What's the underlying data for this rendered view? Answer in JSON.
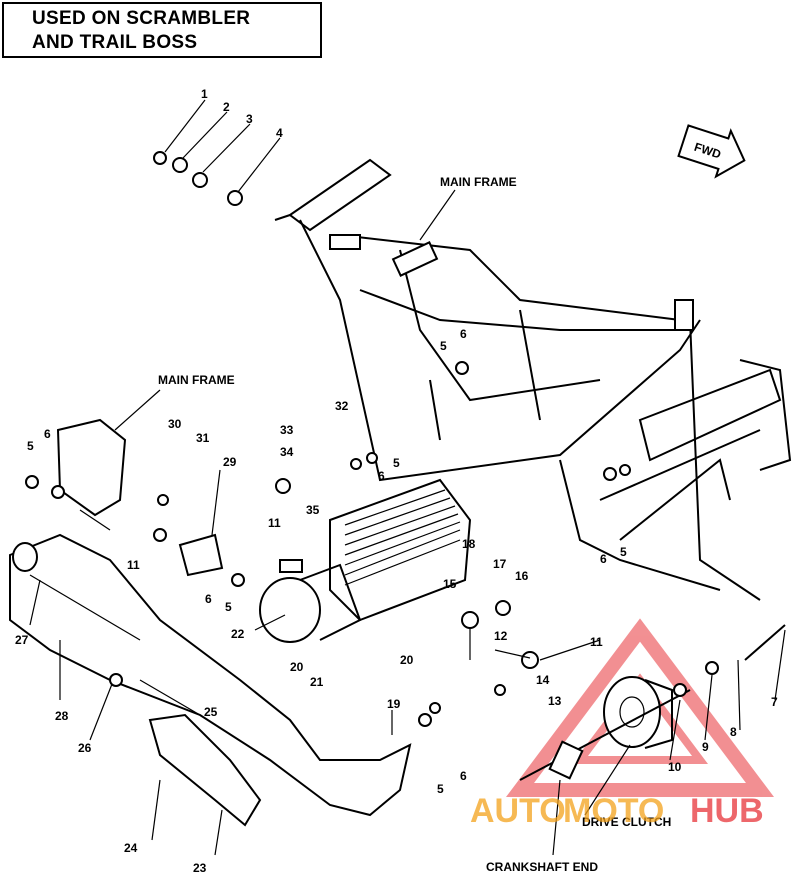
{
  "header": {
    "line1": "USED ON SCRAMBLER",
    "line2": "AND TRAIL BOSS"
  },
  "direction_badge": "FWD",
  "labels": {
    "main_frame_top": "MAIN FRAME",
    "main_frame_left": "MAIN FRAME",
    "drive_clutch": "DRIVE CLUTCH",
    "crankshaft_end": "CRANKSHAFT END"
  },
  "watermark": {
    "part1": "AUTO",
    "part2": "MOTO",
    "part3": "HUB",
    "color_orange": "#f4a21c",
    "color_red": "#e8353a"
  },
  "callouts": [
    "1",
    "2",
    "3",
    "4",
    "5",
    "6",
    "5",
    "6",
    "33",
    "32",
    "34",
    "6",
    "5",
    "31",
    "30",
    "29",
    "35",
    "11",
    "11",
    "6",
    "5",
    "18",
    "17",
    "16",
    "15",
    "12",
    "11",
    "14",
    "13",
    "22",
    "20",
    "20",
    "21",
    "27",
    "28",
    "25",
    "26",
    "19",
    "5",
    "6",
    "24",
    "23",
    "10",
    "9",
    "8",
    "7",
    "6",
    "5"
  ]
}
